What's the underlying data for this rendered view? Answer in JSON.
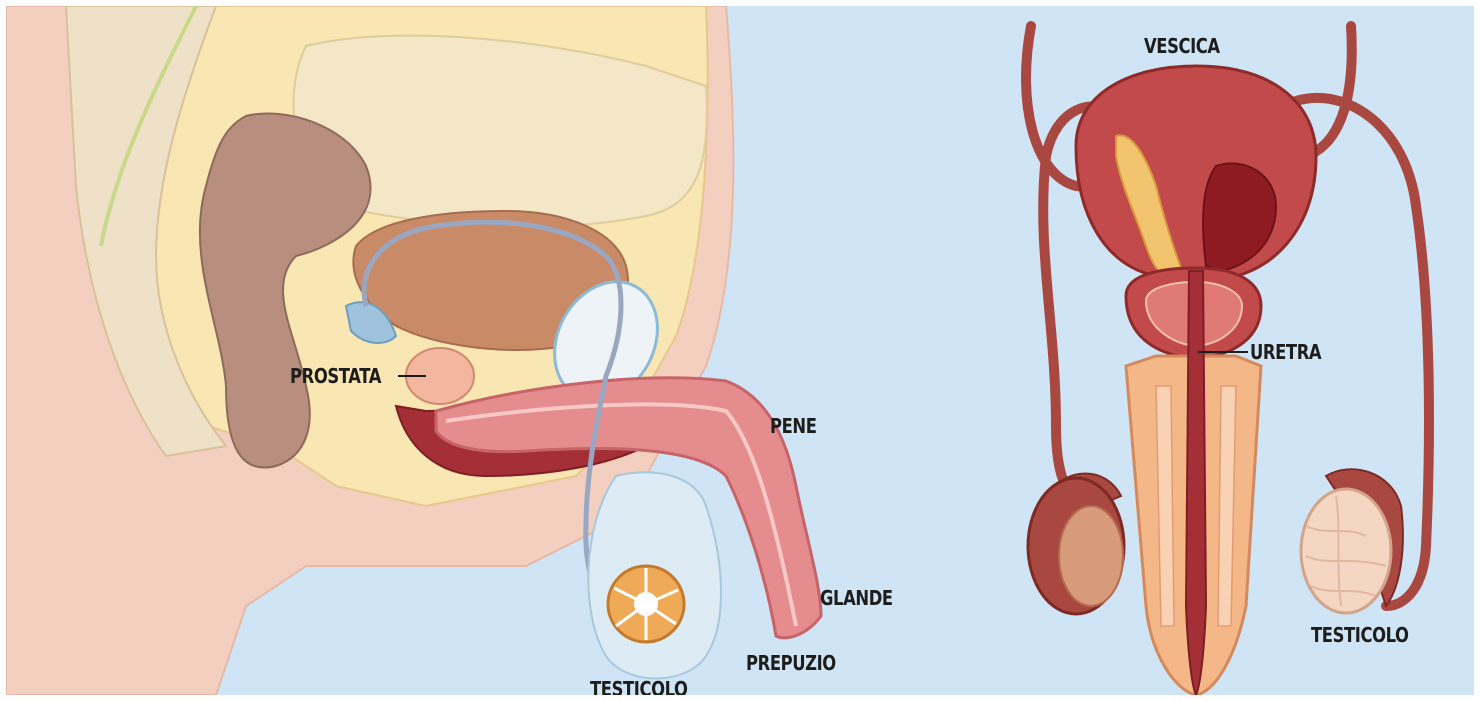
{
  "labels": {
    "prostata": "PROSTATA",
    "pene": "PENE",
    "glande": "GLANDE",
    "prepuzio": "PREPUZIO",
    "testicolo_left": "TESTICOLO",
    "vescica": "VESCICA",
    "uretra": "URETRA",
    "testicolo_right": "TESTICOLO"
  },
  "colors": {
    "background": "#cfe4f4",
    "skin": "#f3cfc0",
    "fat": "#f8e6b3",
    "bone": "#f4e7c8",
    "rectum": "#b88f7f",
    "bladder": "#c98a68",
    "penis": "#e58c8f",
    "corpus": "#a42f37",
    "vessel": "#9aa7c2",
    "testis": "#efaa58",
    "organ_dark": "#a94840",
    "organ_red": "#c24a4a",
    "tissue": "#f4b787",
    "label_text": "#1d1d1b"
  }
}
